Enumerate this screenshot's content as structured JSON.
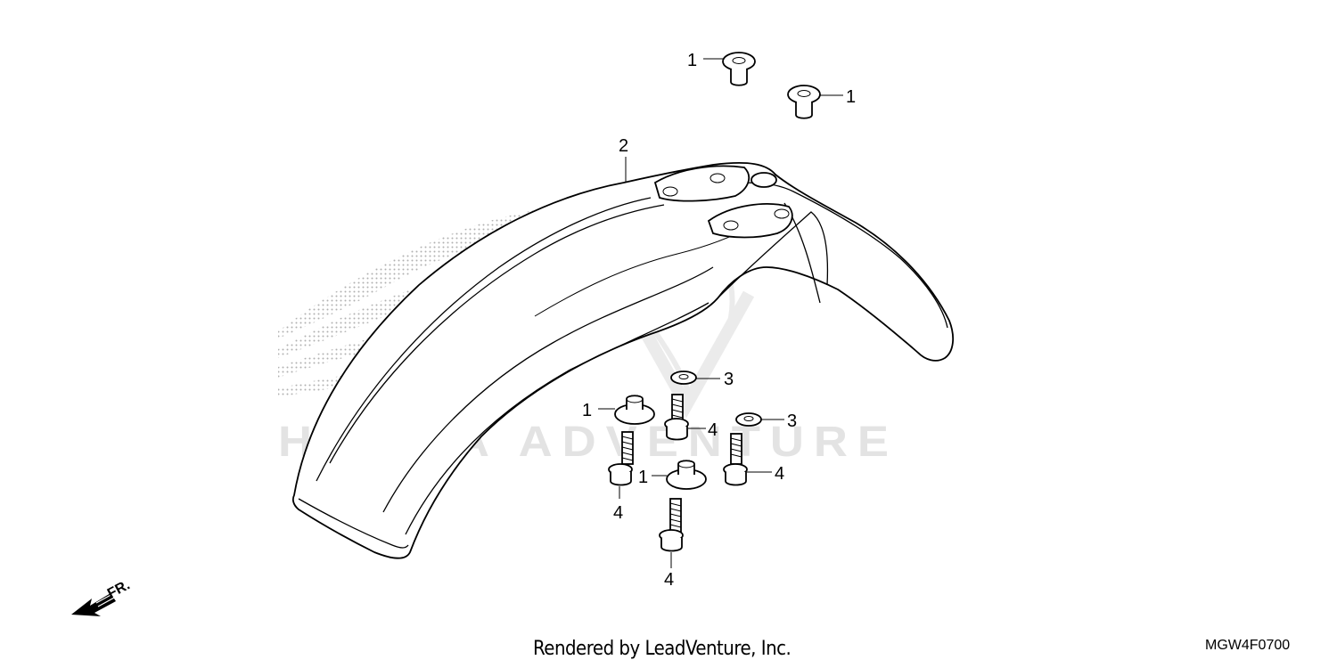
{
  "diagram": {
    "callouts": {
      "c1a": "1",
      "c1b": "1",
      "c1c": "1",
      "c1d": "1",
      "c2": "2",
      "c3a": "3",
      "c3b": "3",
      "c4a": "4",
      "c4b": "4",
      "c4c": "4",
      "c4d": "4"
    },
    "orientation_label": "FR.",
    "watermark_text": "HONDA ADVENTURE"
  },
  "footer": {
    "credit": "Rendered by LeadVenture, Inc.",
    "diagram_code": "MGW4F0700"
  }
}
